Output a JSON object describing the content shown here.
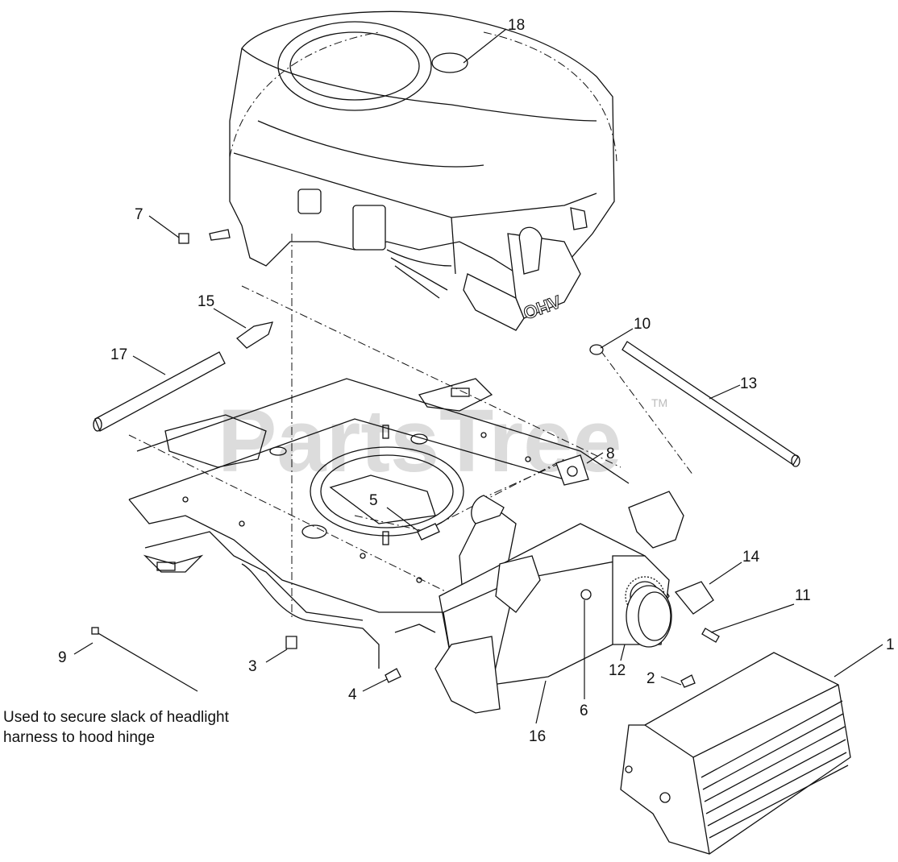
{
  "watermark": {
    "text": "PartsTree",
    "trademark": "TM"
  },
  "note": {
    "line1": "Used to secure slack of headlight",
    "line2": "harness to hood hinge"
  },
  "engine_emboss": "OHV",
  "callouts": [
    "1",
    "2",
    "3",
    "4",
    "5",
    "6",
    "7",
    "8",
    "9",
    "10",
    "11",
    "12",
    "13",
    "14",
    "15",
    "16",
    "17",
    "18"
  ],
  "colors": {
    "line": "#111111",
    "watermark": "#d9d9d9",
    "background": "#ffffff"
  }
}
